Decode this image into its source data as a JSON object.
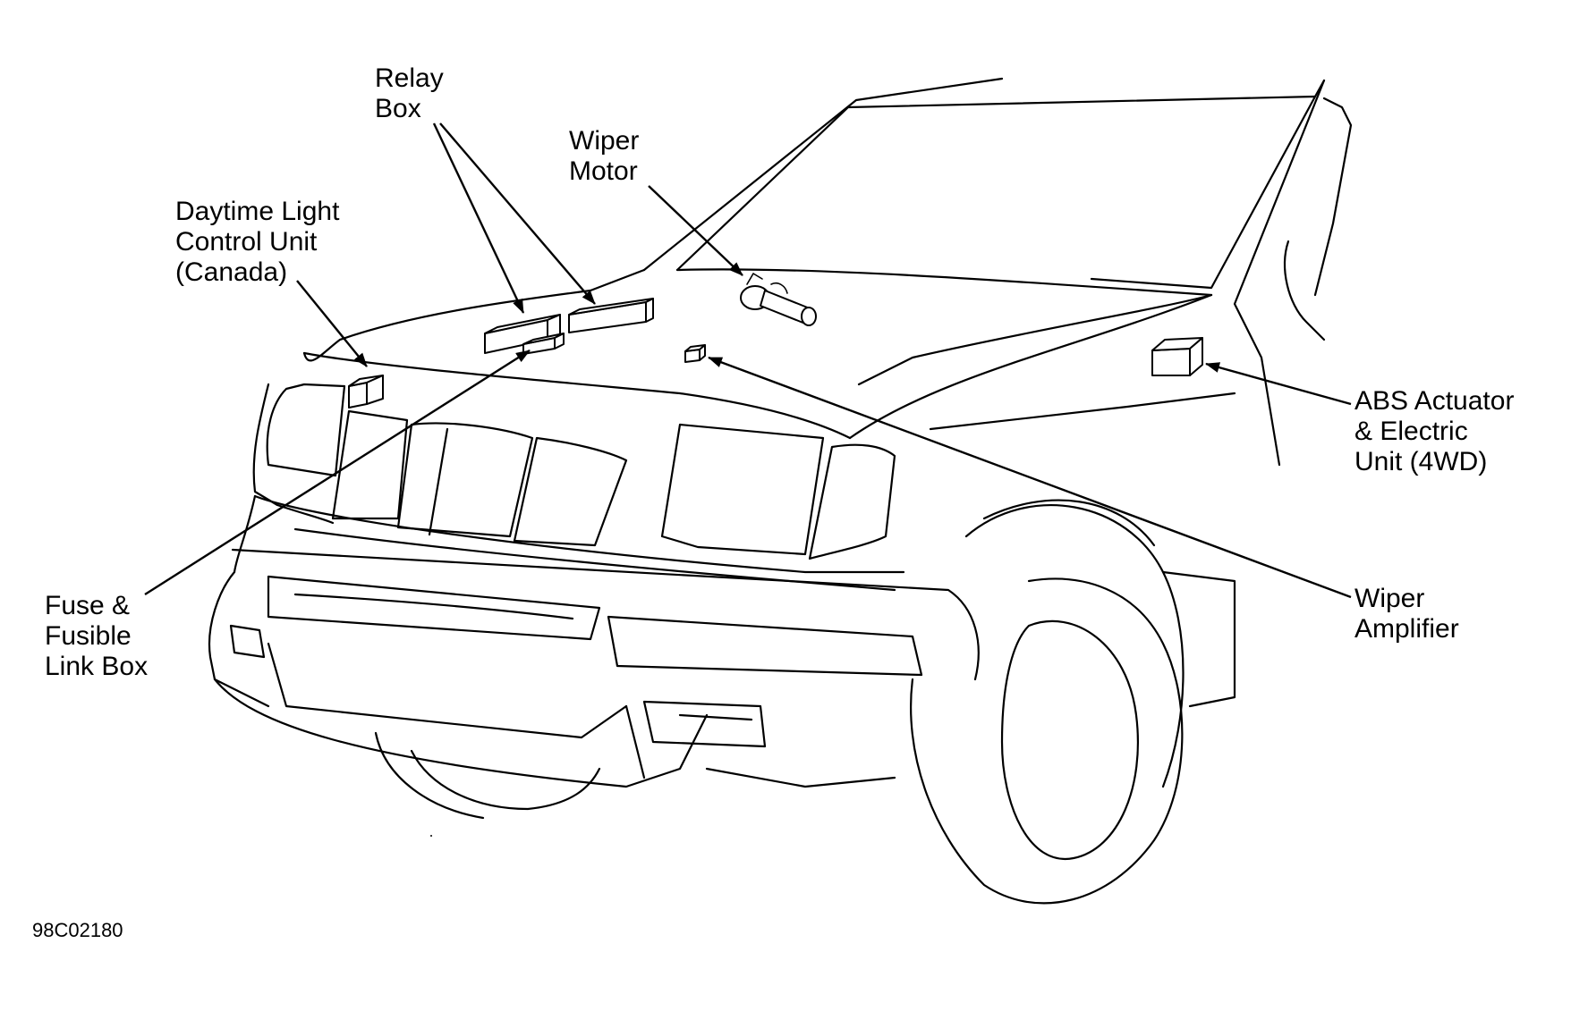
{
  "labels": {
    "relay_box": [
      "Relay",
      "Box"
    ],
    "wiper_motor": [
      "Wiper",
      "Motor"
    ],
    "daytime_light": [
      "Daytime Light",
      "Control Unit",
      "(Canada)"
    ],
    "abs_actuator": [
      "ABS Actuator",
      "& Electric",
      "Unit (4WD)"
    ],
    "fuse_box": [
      "Fuse &",
      "Fusible",
      "Link Box"
    ],
    "wiper_amplifier": [
      "Wiper",
      "Amplifier"
    ]
  },
  "figure_code": "98C02180"
}
